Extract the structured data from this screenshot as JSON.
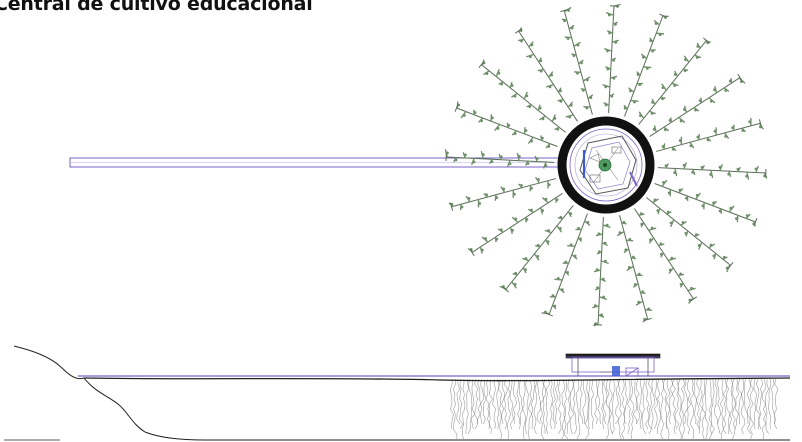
{
  "title": "Central de cultivo educacional",
  "colors": {
    "background": "#ffffff",
    "plant_green": "#6f8f6a",
    "plant_stem": "#596e56",
    "outline_purple": "#7b63c9",
    "ring": "#111111",
    "roots_gray": "#8c8c8c",
    "terrain": "#222222"
  },
  "plan_view": {
    "icons": [
      "walkway",
      "central-hub",
      "radial-plant-rows"
    ],
    "radial_rows": 20
  },
  "section_view": {
    "icons": [
      "terrain-profile",
      "water-line",
      "canopy-structure",
      "root-zone"
    ]
  }
}
